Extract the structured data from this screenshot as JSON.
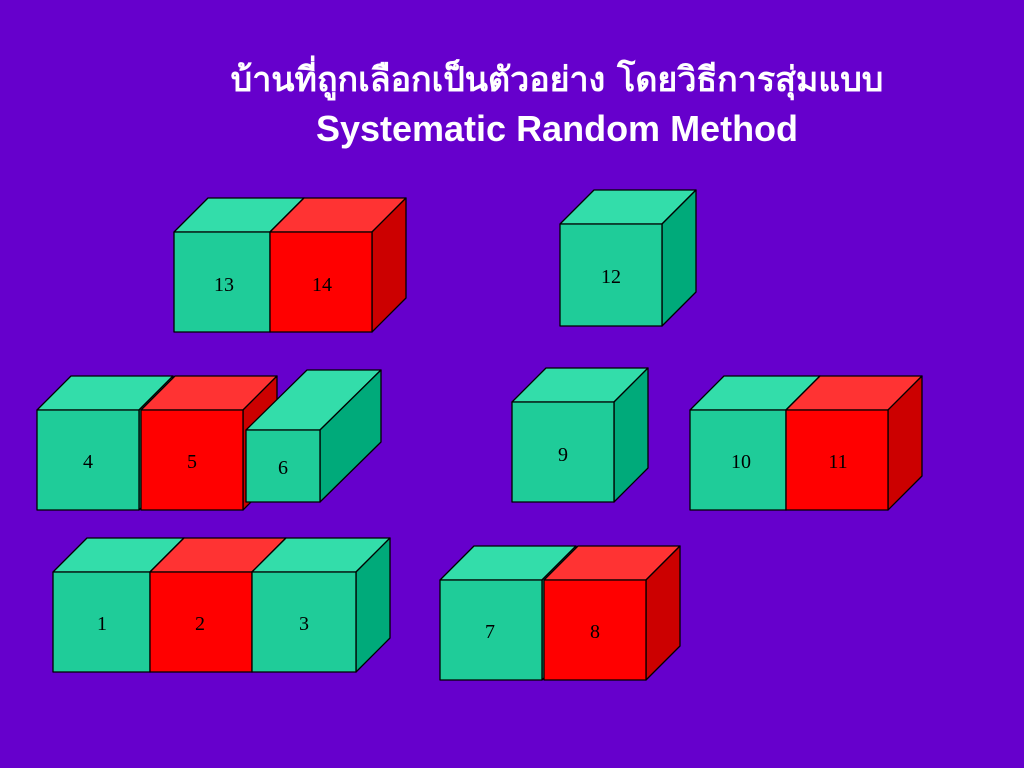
{
  "title": {
    "thai": "บ้านที่ถูกเลือกเป็นตัวอย่าง โดยวิธีการสุ่มแบบ",
    "english": "Systematic Random Method"
  },
  "colors": {
    "background": "#6600cc",
    "unselected_front": "#1fcc99",
    "unselected_top": "#33ddaa",
    "unselected_side": "#00aa7a",
    "selected_front": "#ff0000",
    "selected_top": "#ff3333",
    "selected_side": "#cc0000"
  },
  "houses": [
    {
      "label": "1",
      "selected": false
    },
    {
      "label": "2",
      "selected": true
    },
    {
      "label": "3",
      "selected": false
    },
    {
      "label": "4",
      "selected": false
    },
    {
      "label": "5",
      "selected": true
    },
    {
      "label": "6",
      "selected": false
    },
    {
      "label": "7",
      "selected": false
    },
    {
      "label": "8",
      "selected": true
    },
    {
      "label": "9",
      "selected": false
    },
    {
      "label": "10",
      "selected": false
    },
    {
      "label": "11",
      "selected": true
    },
    {
      "label": "12",
      "selected": false
    },
    {
      "label": "13",
      "selected": false
    },
    {
      "label": "14",
      "selected": true
    }
  ]
}
